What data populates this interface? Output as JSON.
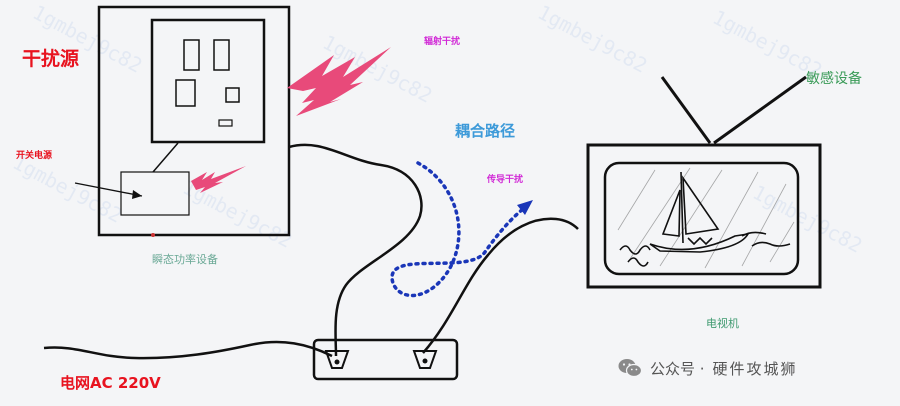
{
  "labels": {
    "interference_source": "干扰源",
    "switching_power_supply": "开关电源",
    "radiated_interference": "辐射干扰",
    "coupling_path": "耦合路径",
    "conducted_interference": "传导干扰",
    "sensitive_device": "敏感设备",
    "transient_power_device": "瞬态功率设备",
    "television": "电视机",
    "mains": "电网AC 220V"
  },
  "background_watermark": "1gmbej9c82",
  "watermark": {
    "prefix": "公众号 ·",
    "name": "硬件攻城狮",
    "icon": "wechat-icon"
  },
  "colors": {
    "red_label": "#e8131f",
    "pink_bolt": "#e84a7a",
    "magenta_label": "#d12ad6",
    "blue_path": "#1a36b8",
    "coupling_label": "#3d9ad9",
    "green_label": "#3a9b58",
    "teal_label": "#6aa996",
    "tv_green": "#3f9a70",
    "line": "#111111",
    "watermark_text": "#c5d4ec"
  }
}
